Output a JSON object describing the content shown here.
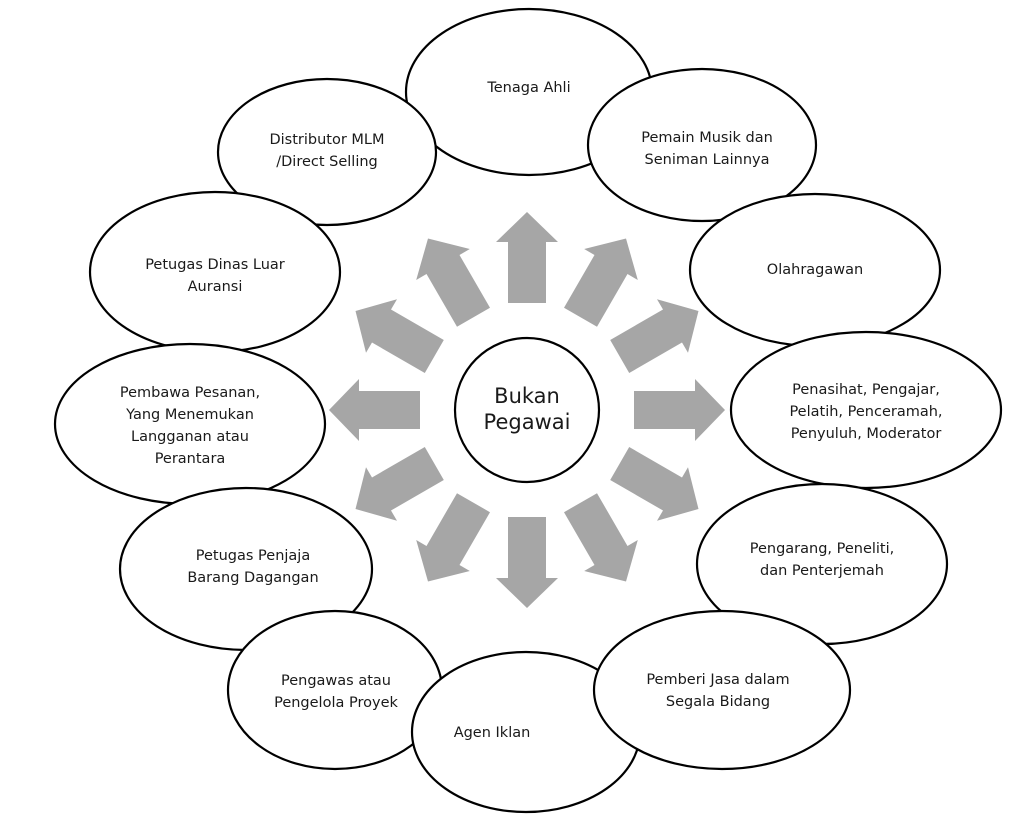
{
  "diagram": {
    "center": {
      "label_lines": [
        "Bukan",
        "Pegawai"
      ]
    },
    "arrow_color": "#a6a6a6",
    "arrow_count": 12,
    "nodes": [
      {
        "id": "tenaga-ahli",
        "lines": [
          "Tenaga Ahli"
        ]
      },
      {
        "id": "distributor-mlm",
        "lines": [
          "Distributor MLM",
          "/Direct Selling"
        ]
      },
      {
        "id": "pemain-musik",
        "lines": [
          "Pemain Musik dan",
          "Seniman Lainnya"
        ]
      },
      {
        "id": "olahragawan",
        "lines": [
          "Olahragawan"
        ]
      },
      {
        "id": "penasihat",
        "lines": [
          "Penasihat, Pengajar,",
          "Pelatih, Penceramah,",
          "Penyuluh, Moderator"
        ]
      },
      {
        "id": "pengarang",
        "lines": [
          "Pengarang, Peneliti,",
          "dan Penterjemah"
        ]
      },
      {
        "id": "pemberi-jasa",
        "lines": [
          "Pemberi Jasa dalam",
          "Segala Bidang"
        ]
      },
      {
        "id": "agen-iklan",
        "lines": [
          "Agen Iklan"
        ]
      },
      {
        "id": "pengawas",
        "lines": [
          "Pengawas atau",
          "Pengelola Proyek"
        ]
      },
      {
        "id": "petugas-penjaja",
        "lines": [
          "Petugas Penjaja",
          "Barang Dagangan"
        ]
      },
      {
        "id": "pembawa-pesanan",
        "lines": [
          "Pembawa Pesanan,",
          "Yang Menemukan",
          "Langganan atau",
          "Perantara"
        ]
      },
      {
        "id": "petugas-dinas-luar",
        "lines": [
          "Petugas Dinas Luar",
          "Auransi"
        ]
      }
    ]
  }
}
